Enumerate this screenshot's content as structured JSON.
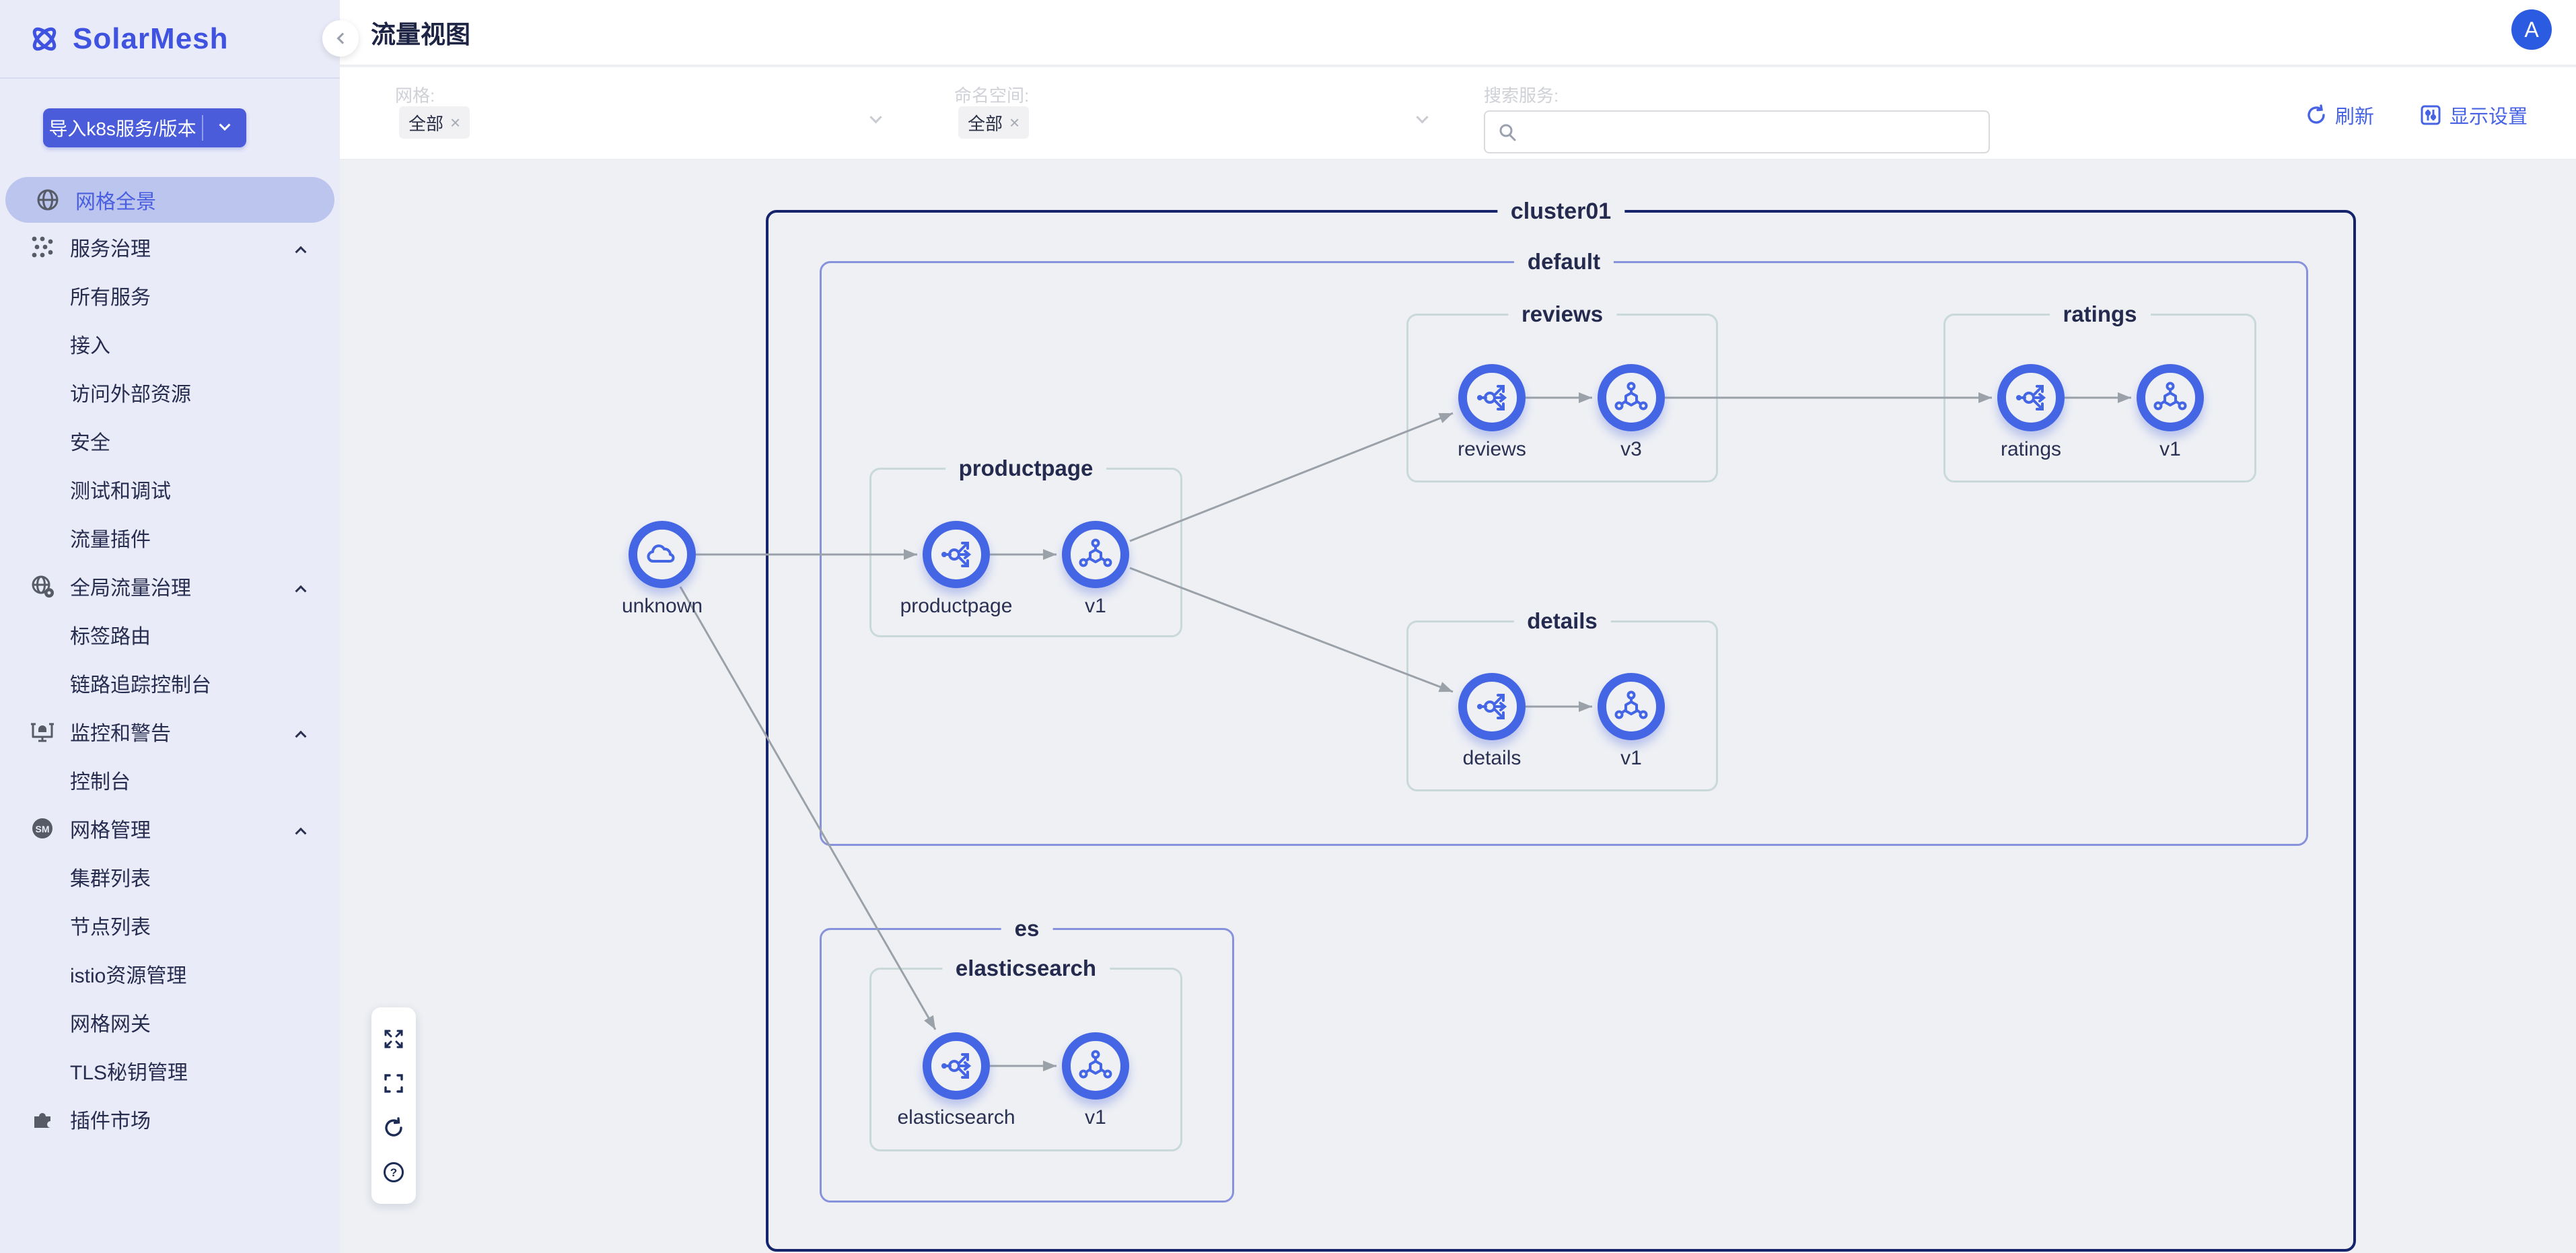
{
  "app": {
    "title": "SolarMesh"
  },
  "header": {
    "page_title": "流量视图",
    "avatar_initial": "A"
  },
  "sidebar": {
    "import_button_label": "导入k8s服务/版本",
    "items": [
      {
        "label": "网格全景",
        "icon": "globe-icon",
        "active": true
      },
      {
        "label": "服务治理",
        "icon": "service-governance-icon",
        "expanded": true,
        "children": [
          "所有服务",
          "接入",
          "访问外部资源",
          "安全",
          "测试和调试",
          "流量插件"
        ]
      },
      {
        "label": "全局流量治理",
        "icon": "global-traffic-icon",
        "expanded": true,
        "children": [
          "标签路由",
          "链路追踪控制台"
        ]
      },
      {
        "label": "监控和警告",
        "icon": "monitor-alert-icon",
        "expanded": true,
        "children": [
          "控制台"
        ]
      },
      {
        "label": "网格管理",
        "icon": "mesh-admin-icon",
        "expanded": true,
        "children": [
          "集群列表",
          "节点列表",
          "istio资源管理",
          "网格网关",
          "TLS秘钥管理"
        ]
      },
      {
        "label": "插件市场",
        "icon": "plugin-market-icon"
      }
    ]
  },
  "filters": {
    "mesh": {
      "label": "网格:",
      "selected": "全部"
    },
    "namespace": {
      "label": "命名空间:",
      "selected": "全部"
    },
    "search": {
      "label": "搜索服务:",
      "value": ""
    },
    "tag_remove": "×",
    "actions": {
      "refresh": "刷新",
      "display_settings": "显示设置"
    }
  },
  "graph": {
    "cluster": "cluster01",
    "namespace_default": "default",
    "namespace_es": "es",
    "groups": [
      {
        "name": "reviews"
      },
      {
        "name": "ratings"
      },
      {
        "name": "productpage"
      },
      {
        "name": "details"
      },
      {
        "name": "elasticsearch"
      }
    ],
    "nodes": [
      {
        "label": "unknown",
        "type": "external"
      },
      {
        "label": "productpage",
        "type": "service"
      },
      {
        "label": "v1",
        "type": "version"
      },
      {
        "label": "reviews",
        "type": "service"
      },
      {
        "label": "v3",
        "type": "version"
      },
      {
        "label": "ratings",
        "type": "service"
      },
      {
        "label": "v1",
        "type": "version"
      },
      {
        "label": "details",
        "type": "service"
      },
      {
        "label": "v1",
        "type": "version"
      },
      {
        "label": "elasticsearch",
        "type": "service"
      },
      {
        "label": "v1",
        "type": "version"
      }
    ],
    "edges": [
      [
        "unknown",
        "productpage"
      ],
      [
        "unknown",
        "elasticsearch"
      ],
      [
        "productpage",
        "productpage-v1"
      ],
      [
        "productpage-v1",
        "reviews"
      ],
      [
        "productpage-v1",
        "details"
      ],
      [
        "reviews",
        "reviews-v3"
      ],
      [
        "reviews-v3",
        "ratings"
      ],
      [
        "ratings",
        "ratings-v1"
      ],
      [
        "details",
        "details-v1"
      ],
      [
        "elasticsearch",
        "elasticsearch-v1"
      ]
    ],
    "toolbar_icons": [
      "expand",
      "fit-view",
      "reset",
      "help"
    ]
  },
  "colors": {
    "accent": "#4566e4",
    "primary_button": "#4a5cd9",
    "cluster_border": "#16246b",
    "namespace_border": "#8792dc",
    "group_border": "#c9d9da",
    "edge": "#9aa1a8",
    "sidebar_active_bg": "#bcc5ee",
    "avatar_bg": "#2b5be0"
  }
}
